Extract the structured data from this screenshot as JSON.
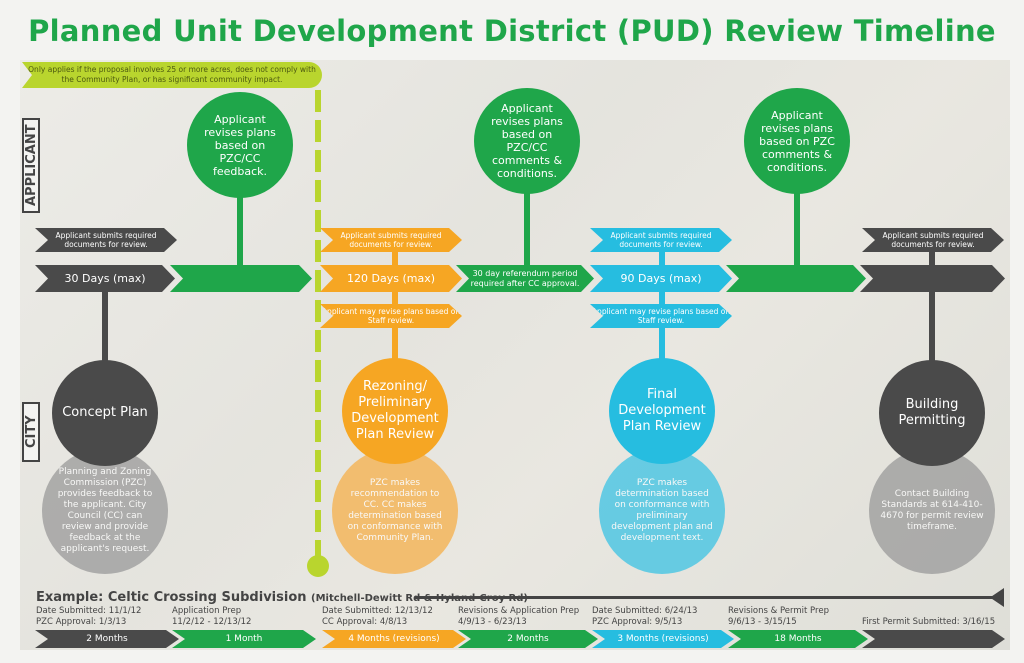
{
  "title": "Planned Unit Development District (PUD) Review Timeline",
  "note": "Only applies if the proposal involves 25 or more acres, does not comply with the Community Plan, or has significant community impact.",
  "sides": {
    "applicant": "APPLICANT",
    "city": "CITY"
  },
  "top_circles": [
    "Applicant revises plans based on PZC/CC feedback.",
    "Applicant revises plans based on PZC/CC comments & conditions.",
    "Applicant revises plans based on PZC comments & conditions."
  ],
  "submit": "Applicant submits required documents for review.",
  "revise": "Applicant may revise plans based on Staff review.",
  "main": {
    "d1": "30 Days (max)",
    "d2": "120 Days (max)",
    "ref": "30 day referendum period required after CC approval.",
    "d3": "90 Days (max)"
  },
  "stages": [
    "Concept Plan",
    "Rezoning/ Preliminary Development Plan Review",
    "Final Development Plan Review",
    "Building Permitting"
  ],
  "details": [
    "Planning and Zoning Commission (PZC) provides feedback to the applicant. City Council (CC) can review and provide feedback at the applicant's request.",
    "PZC makes recommendation to CC. CC makes determination based on conformance with Community Plan.",
    "PZC makes determination based on conformance with preliminary development plan and development text.",
    "Contact Building Standards at 614-410-4670 for permit review timeframe."
  ],
  "example": {
    "title": "Example: Celtic Crossing Subdivision",
    "sub": "(Mitchell-Dewitt Rd & Hyland-Croy Rd)",
    "labels": [
      [
        "Date Submitted: 11/1/12",
        "PZC Approval: 1/3/13"
      ],
      [
        "Application Prep",
        "11/2/12 - 12/13/12"
      ],
      [
        "Date Submitted: 12/13/12",
        "CC Approval: 4/8/13"
      ],
      [
        "Revisions & Application Prep",
        "4/9/13 - 6/23/13"
      ],
      [
        "Date Submitted: 6/24/13",
        "PZC Approval: 9/5/13"
      ],
      [
        "Revisions & Permit Prep",
        "9/6/13 - 3/15/15"
      ],
      [
        "First Permit Submitted: 3/16/15"
      ]
    ],
    "durations": [
      "2 Months",
      "1 Month",
      "4 Months (revisions)",
      "2 Months",
      "3 Months (revisions)",
      "18 Months"
    ]
  }
}
